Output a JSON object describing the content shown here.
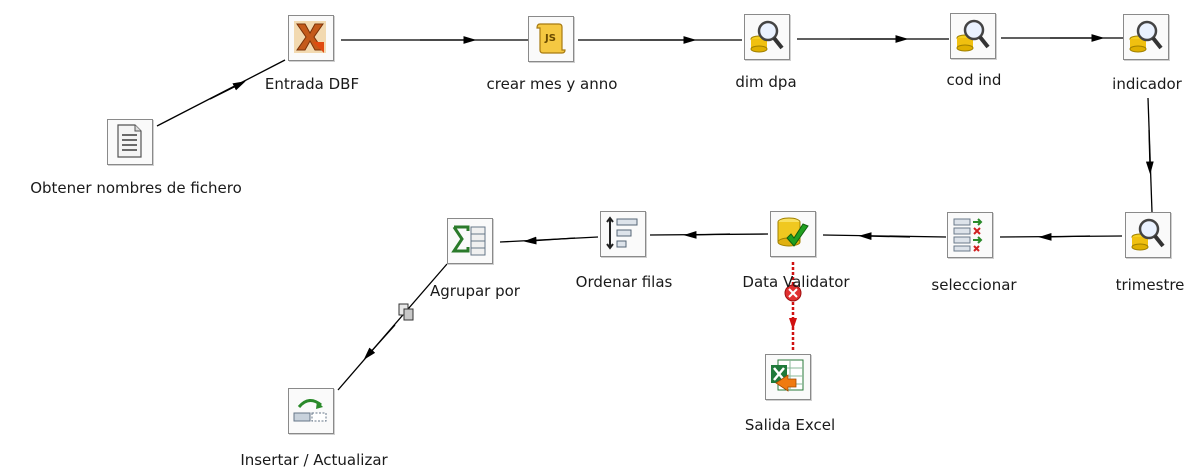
{
  "steps": {
    "obtener": "Obtener nombres de fichero",
    "entrada_dbf": "Entrada DBF",
    "crear_mes": "crear mes y anno",
    "dim_dpa": "dim dpa",
    "cod_ind": "cod ind",
    "indicador": "indicador",
    "trimestre": "trimestre",
    "seleccionar": "seleccionar",
    "data_validator": "Data Validator",
    "ordenar_filas": "Ordenar filas",
    "agrupar_por": "Agrupar por",
    "insertar": "Insertar / Actualizar",
    "salida_excel": "Salida Excel"
  },
  "colors": {
    "hop": "#000000",
    "error_hop": "#d01010",
    "step_border": "#8a8a8a"
  },
  "icons": {
    "obtener": "file-list-icon",
    "entrada_dbf": "dbf-input-icon",
    "crear_mes": "javascript-icon",
    "lookup": "database-lookup-icon",
    "seleccionar": "select-values-icon",
    "data_validator": "validator-icon",
    "ordenar_filas": "sort-rows-icon",
    "agrupar_por": "group-by-icon",
    "insertar": "insert-update-icon",
    "salida_excel": "excel-output-icon"
  }
}
